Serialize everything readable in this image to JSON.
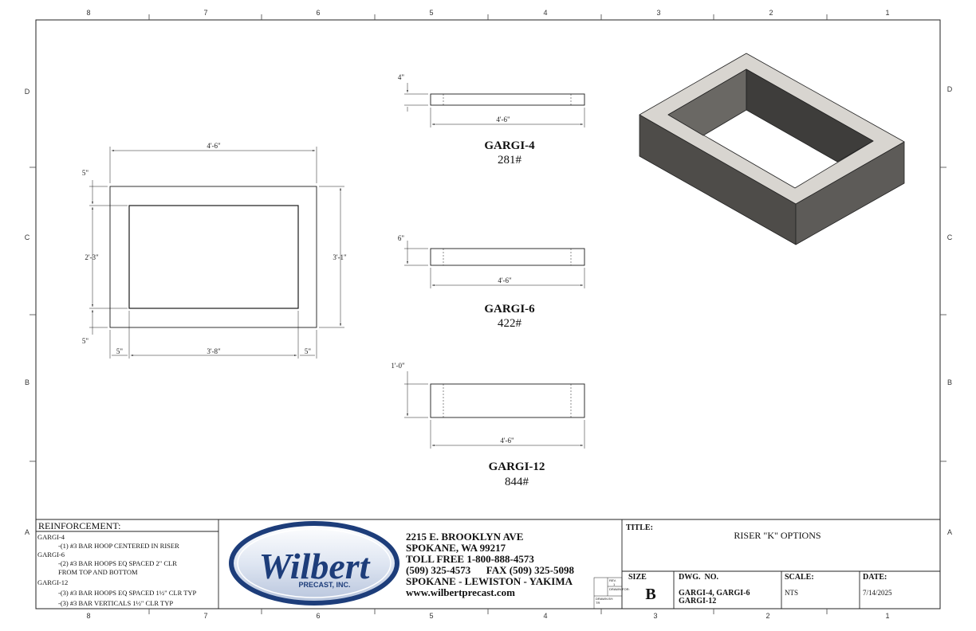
{
  "zones": {
    "columns": [
      "8",
      "7",
      "6",
      "5",
      "4",
      "3",
      "2",
      "1"
    ],
    "rows": [
      "D",
      "C",
      "B",
      "A"
    ]
  },
  "plan_view": {
    "overall_width": "4'-6\"",
    "overall_height": "3'-1\"",
    "inner_width": "3'-8\"",
    "inner_height": "2'-3\"",
    "wall_top": "5\"",
    "wall_bottom": "5\"",
    "wall_left": "5\"",
    "wall_right": "5\""
  },
  "elevations": [
    {
      "height_label": "4\"",
      "width_label": "4'-6\"",
      "name": "GARGI-4",
      "weight": "281#"
    },
    {
      "height_label": "6\"",
      "width_label": "4'-6\"",
      "name": "GARGI-6",
      "weight": "422#"
    },
    {
      "height_label": "1'-0\"",
      "width_label": "4'-6\"",
      "name": "GARGI-12",
      "weight": "844#"
    }
  ],
  "reinforcement": {
    "heading": "REINFORCEMENT:",
    "lines": [
      "GARGI-4",
      "-(1) #3 BAR HOOP CENTERED IN RISER",
      "GARGI-6",
      "-(2) #3 BAR HOOPS EQ SPACED 2\" CLR",
      "FROM TOP AND BOTTOM",
      "GARGI-12",
      "-(3) #3 BAR HOOPS EQ SPACED 1½\" CLR TYP",
      "-(3) #3 BAR VERTICALS 1½\" CLR TYP"
    ]
  },
  "company": {
    "logo_text": "Wilbert",
    "logo_subtext": "PRECAST, INC.",
    "address_lines": [
      "2215 E. BROOKLYN AVE",
      "SPOKANE, WA 99217",
      "TOLL FREE 1-800-888-4573",
      "(509) 325-4573      FAX (509) 325-5098",
      "SPOKANE - LEWISTON - YAKIMA",
      "www.wilbertprecast.com"
    ]
  },
  "title_block": {
    "title_label": "TITLE:",
    "title_value": "RISER \"K\" OPTIONS",
    "size_label": "SIZE",
    "size_value": "B",
    "dwg_label": "DWG.  NO.",
    "dwg_value_1": "GARGI-4, GARGI-6",
    "dwg_value_2": "GARGI-12",
    "scale_label": "SCALE:",
    "scale_value": "NTS",
    "date_label": "DATE:",
    "date_value": "7/14/2025",
    "rev_label": "REV.",
    "rev_value": "1",
    "drawn_for_label": "DRAWN FOR:",
    "drawn_by_label": "DRAWN BY:",
    "drawn_by_value": "TR"
  },
  "colors": {
    "line": "#1a1a1a",
    "iso_top": "#d8d5d0",
    "iso_front": "#4e4c49",
    "iso_side": "#5d5b58",
    "iso_inner_dark": "#3e3d3b",
    "iso_inner_mid": "#6a6864",
    "logo_blue": "#1d3d7a"
  }
}
